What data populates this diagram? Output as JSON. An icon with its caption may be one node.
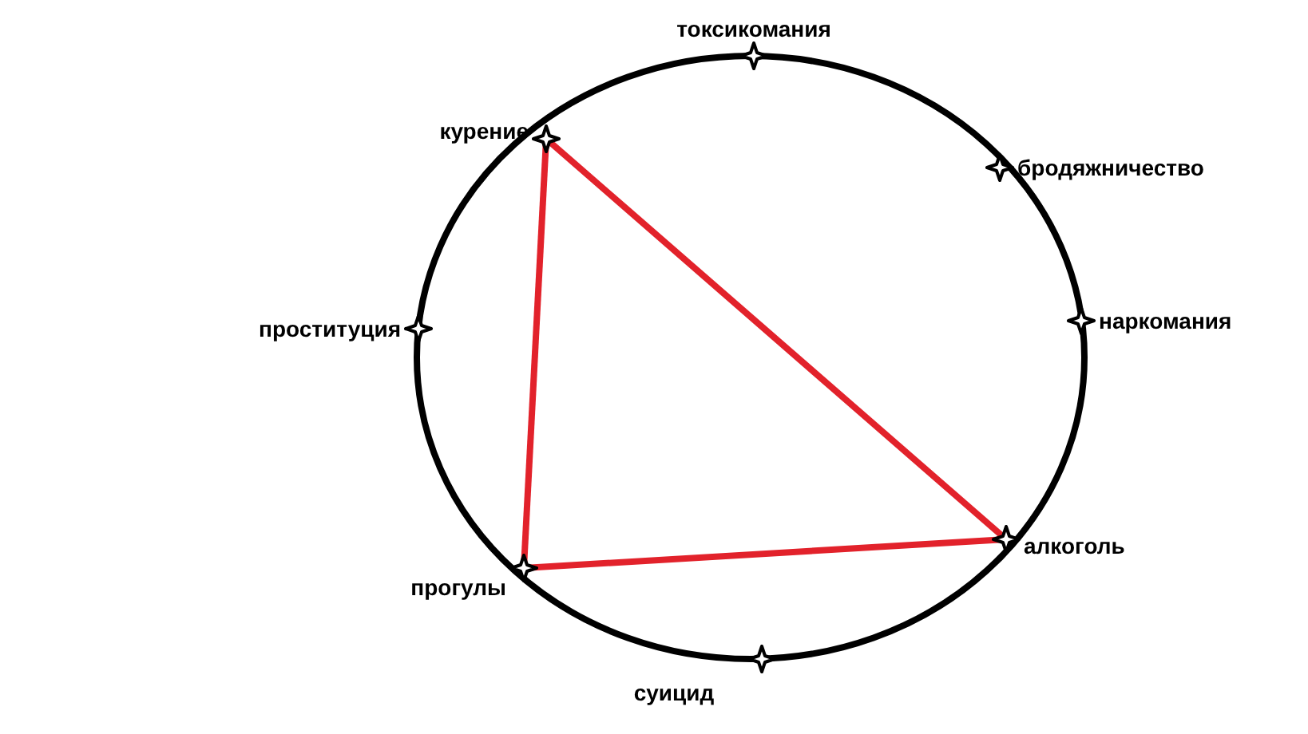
{
  "diagram": {
    "nodes": [
      {
        "text": [
          "токсикомания"
        ]
      },
      {
        "text": [
          "курение"
        ]
      },
      {
        "text": [
          "бродяжничество"
        ]
      },
      {
        "text": [
          "проституция"
        ]
      },
      {
        "text": [
          "наркомания"
        ]
      },
      {
        "text": [
          "алкоголь"
        ]
      },
      {
        "text": [
          "прогулы"
        ]
      },
      {
        "text": [
          "суицид"
        ]
      }
    ],
    "edges": [
      {
        "from": 1,
        "to": 5,
        "arrow": "none"
      },
      {
        "from": 5,
        "to": 6,
        "arrow": "none"
      },
      {
        "from": 6,
        "to": 1,
        "arrow": "none"
      }
    ]
  }
}
